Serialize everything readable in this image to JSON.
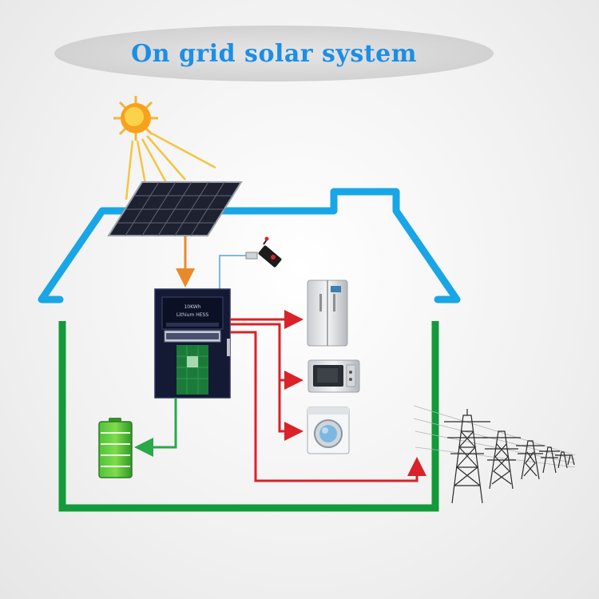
{
  "title": "On grid solar system",
  "colors": {
    "title": "#1b8ee6",
    "roof": "#18a6e6",
    "walls": "#139a3a",
    "dc_line": "#e98a2a",
    "ac_line": "#d8232a",
    "battery_line": "#2aa84a"
  },
  "inverter": {
    "label_line1": "10KWh",
    "label_line2": "Lithium HESS"
  },
  "components": {
    "sun": "sun-icon",
    "solar_panel": "solar-panel-icon",
    "meter": "smart-meter-icon",
    "inverter": "inverter-cabinet",
    "battery": "battery-icon",
    "fridge": "refrigerator-icon",
    "microwave": "microwave-icon",
    "washer": "washing-machine-icon",
    "grid": "power-tower-icon"
  }
}
